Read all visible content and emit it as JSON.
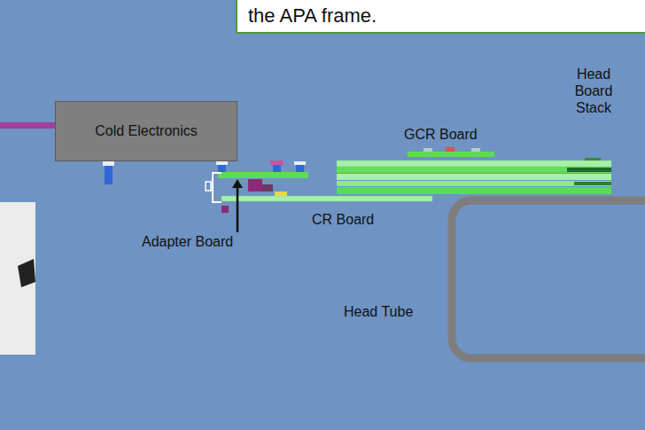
{
  "diagram": {
    "nodes": [
      {
        "text": [
          "the APA frame."
        ]
      },
      {
        "text": [
          "Cold Electronics"
        ]
      }
    ],
    "labels": [
      "GCR Board",
      "Head Board Stack",
      "Adapter Board",
      "CR Board",
      "Head Tube"
    ]
  }
}
